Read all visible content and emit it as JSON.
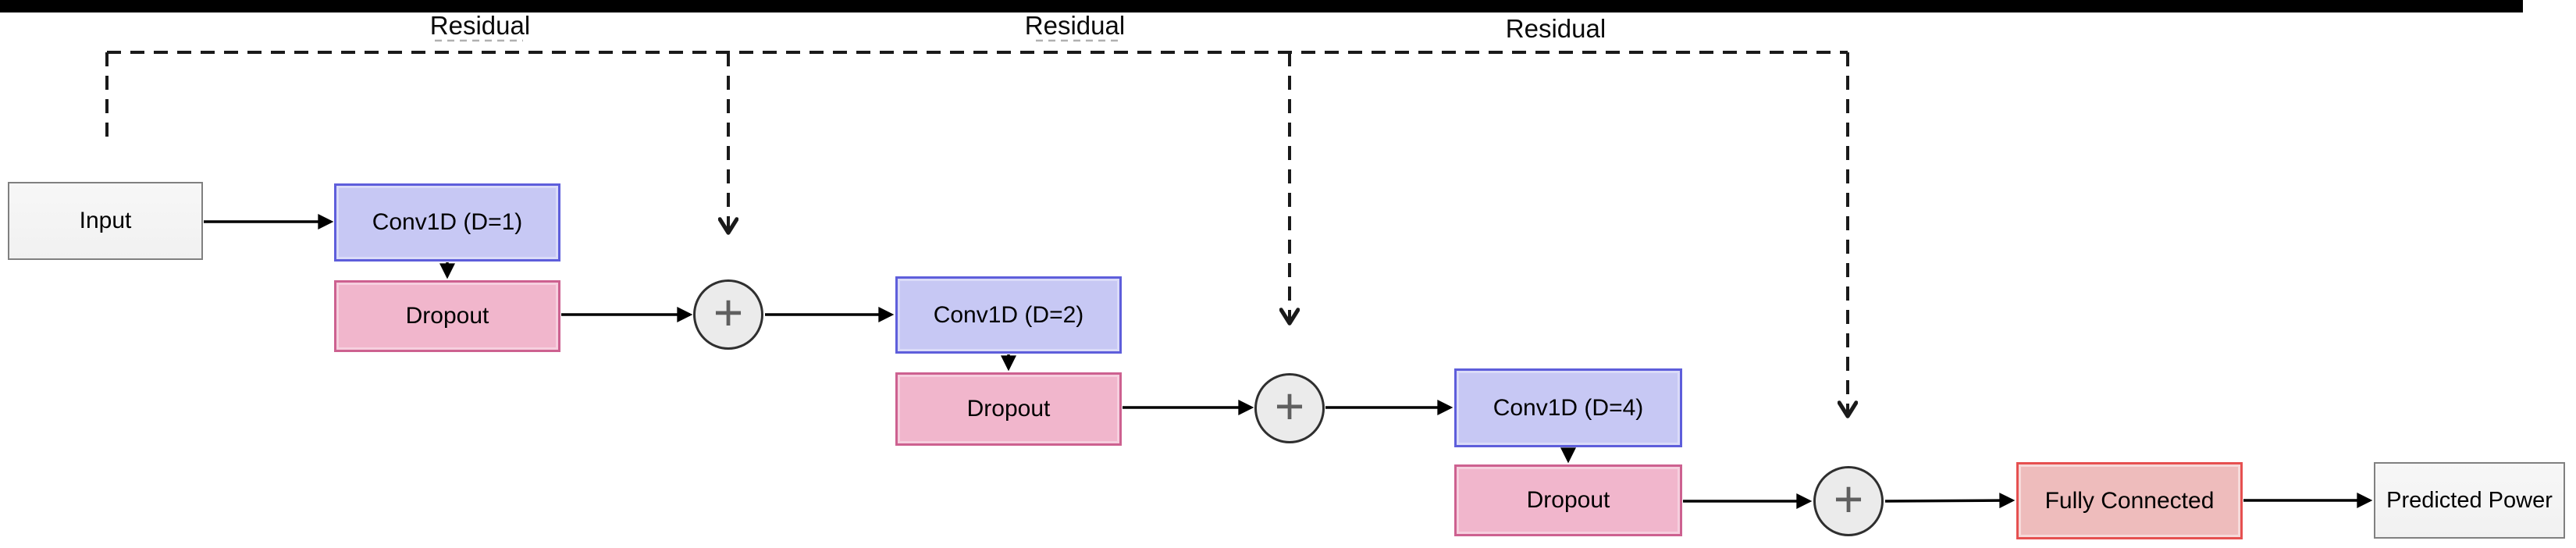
{
  "diagram": {
    "type": "neural-network-architecture",
    "residuals": [
      "Residual",
      "Residual",
      "Residual"
    ],
    "nodes": {
      "input": {
        "label": "Input"
      },
      "conv1": {
        "label": "Conv1D (D=1)"
      },
      "dropout1": {
        "label": "Dropout"
      },
      "sum1": {
        "symbol": "+"
      },
      "conv2": {
        "label": "Conv1D (D=2)"
      },
      "dropout2": {
        "label": "Dropout"
      },
      "sum2": {
        "symbol": "+"
      },
      "conv4": {
        "label": "Conv1D (D=4)"
      },
      "dropout3": {
        "label": "Dropout"
      },
      "sum3": {
        "symbol": "+"
      },
      "fully_connected": {
        "label": "Fully Connected"
      },
      "output": {
        "label": "Predicted Power"
      }
    },
    "colors": {
      "conv_fill": "#c7c8f4",
      "conv_border": "#5e5edb",
      "dropout_fill": "#f1b6cc",
      "dropout_border": "#cd6190",
      "fc_fill": "#eebcbc",
      "fc_border": "#e65050",
      "io_fill": "#f5f5f5",
      "io_border": "#808080",
      "sum_fill": "#ebebeb",
      "sum_border": "#2f2f2f",
      "connector": "#000000",
      "residual_line": "#1a1a1a"
    }
  }
}
